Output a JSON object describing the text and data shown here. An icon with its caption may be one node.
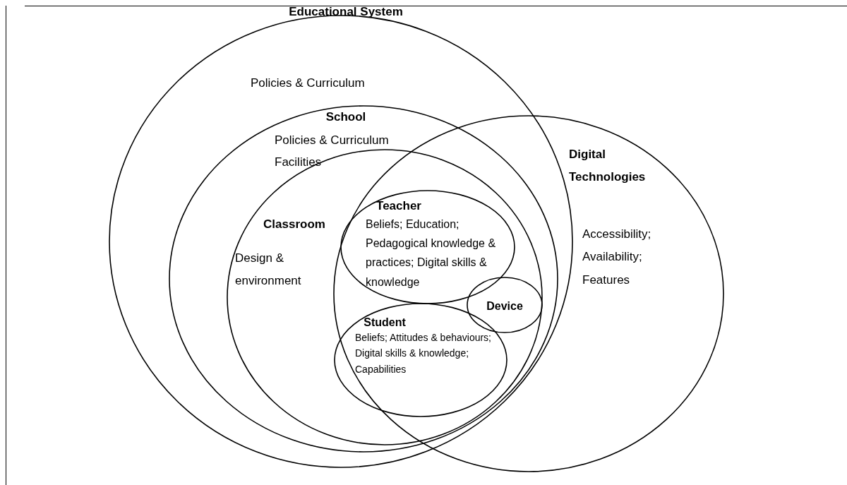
{
  "diagram": {
    "nodes": [
      {
        "text": [
          "Educational System",
          "Policies & Curriculum"
        ]
      },
      {
        "text": [
          "School",
          "Policies & Curriculum",
          "Facilities"
        ],
        "in": 0
      },
      {
        "text": [
          "Classroom",
          "Design & environment"
        ],
        "in": 1
      },
      {
        "text": [
          "Digital Technologies",
          "Accessibility; Availability; Features"
        ]
      },
      {
        "text": [
          "Teacher",
          "Beliefs; Education; Pedagogical knowledge & practices; Digital skills & knowledge"
        ]
      },
      {
        "text": [
          "Student",
          "Beliefs; Attitudes & behaviours; Digital skills & knowledge; Capabilities"
        ]
      },
      {
        "text": [
          "Device"
        ]
      }
    ]
  }
}
